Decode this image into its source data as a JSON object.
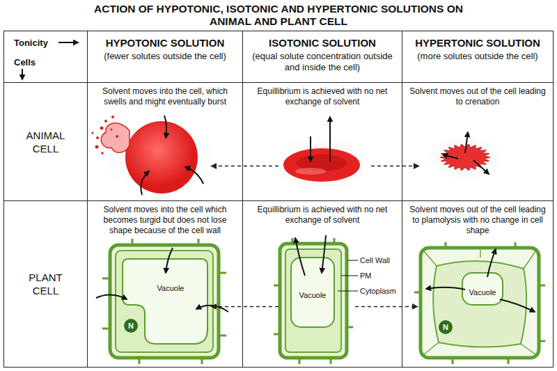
{
  "diagram": {
    "title": "ACTION OF HYPOTONIC, ISOTONIC AND HYPERTONIC SOLUTIONS ON ANIMAL AND PLANT CELL",
    "nodes": [
      {
        "text": [
          "Tonicity",
          "Cells"
        ]
      },
      {
        "text": [
          "HYPOTONIC SOLUTION",
          "(fewer solutes outside the cell)"
        ]
      },
      {
        "text": [
          "ISOTONIC SOLUTION",
          "(equal solute concentration outside and inside the cell)"
        ]
      },
      {
        "text": [
          "HYPERTONIC SOLUTION",
          "(more solutes outside the cell)"
        ]
      },
      {
        "text": [
          "ANIMAL CELL"
        ]
      },
      {
        "text": [
          "Solvent moves into the cell, which swells and might eventually burst"
        ]
      },
      {
        "text": [
          "Equillibrium is achieved with no net exchange of solvent"
        ]
      },
      {
        "text": [
          "Solvent moves out of the cell leading to crenation"
        ]
      },
      {
        "text": [
          "PLANT CELL"
        ]
      },
      {
        "text": [
          "Solvent moves into the cell which becomes turgid but does not lose shape because of the cell wall"
        ]
      },
      {
        "text": [
          "Equillibrium is achieved with no net exchange of solvent"
        ]
      },
      {
        "text": [
          "Solvent moves out of the cell leading to plamolysis with no change in cell shape"
        ]
      }
    ],
    "edges": [
      {
        "from": 6,
        "to": 5,
        "arrow": "to"
      },
      {
        "from": 6,
        "to": 7,
        "arrow": "to"
      },
      {
        "from": 10,
        "to": 9,
        "arrow": "to"
      },
      {
        "from": 10,
        "to": 11,
        "arrow": "to"
      }
    ],
    "labels": [
      "Vacuole",
      "N",
      "Cell Wall",
      "PM",
      "Cytoplasm",
      "Vacuole",
      "Vacuole",
      "N"
    ]
  }
}
